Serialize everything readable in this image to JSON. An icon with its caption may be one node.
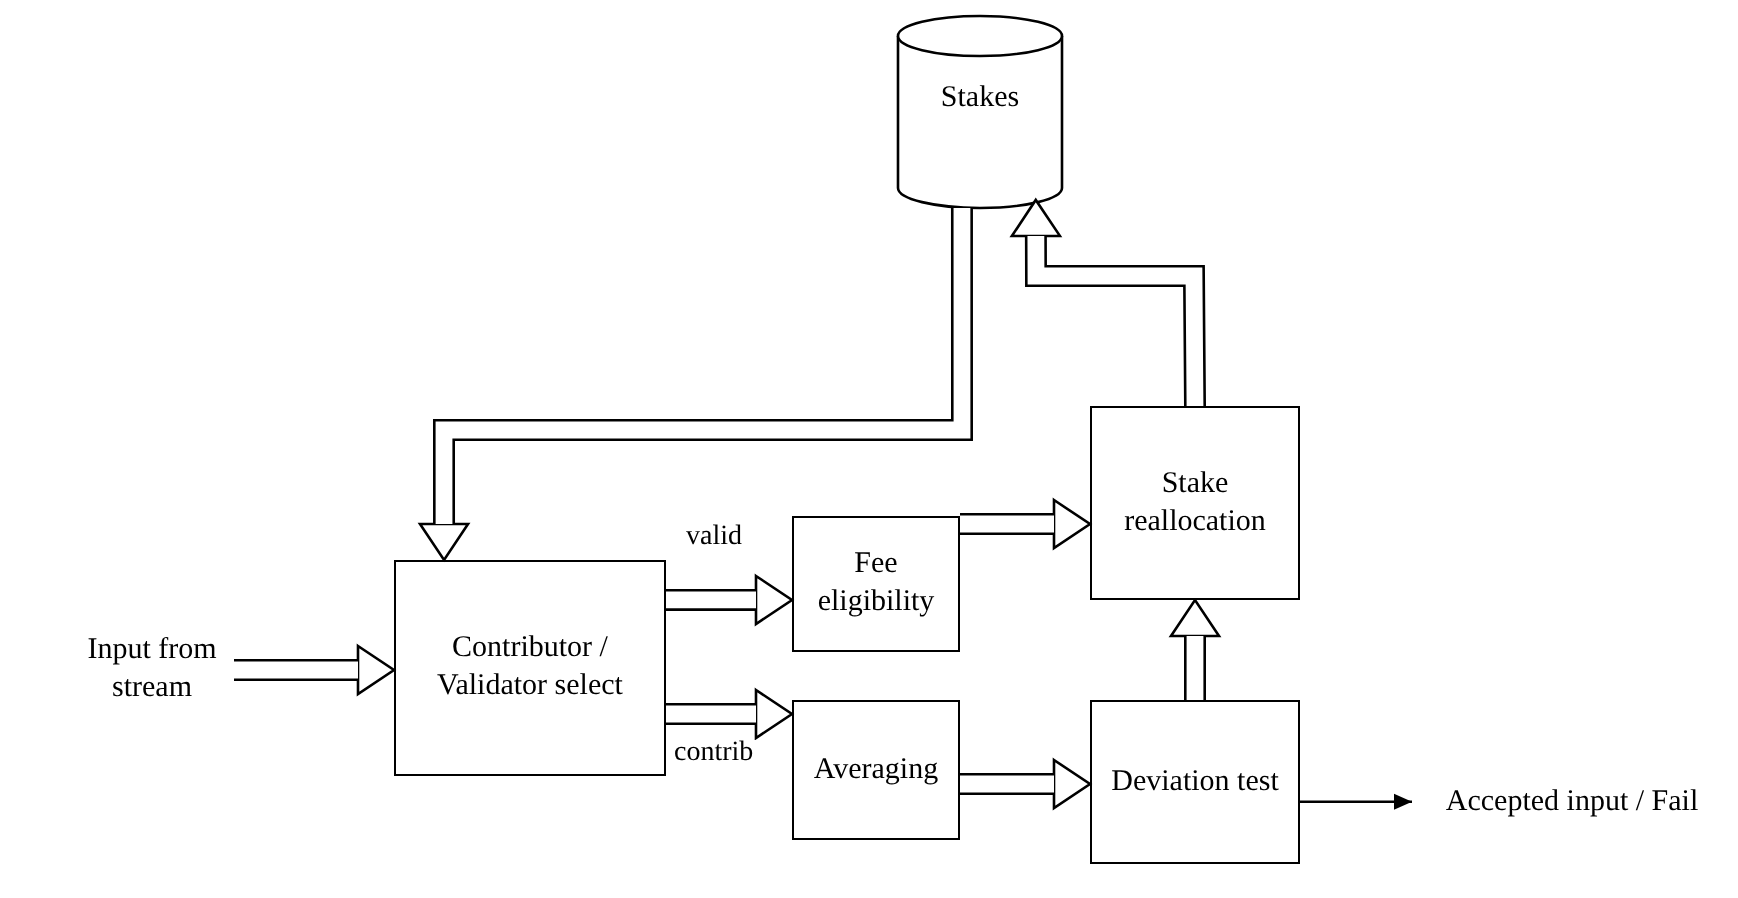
{
  "diagram": {
    "nodes": [
      {
        "text": [
          "Stakes"
        ]
      },
      {
        "text": [
          "Input from stream"
        ]
      },
      {
        "text": [
          "Contributor / Validator select"
        ]
      },
      {
        "text": [
          "Fee eligibility"
        ]
      },
      {
        "text": [
          "Averaging"
        ]
      },
      {
        "text": [
          "Stake reallocation"
        ]
      },
      {
        "text": [
          "Deviation test"
        ]
      },
      {
        "text": [
          "Accepted input / Fail"
        ]
      }
    ],
    "edges": [
      {
        "from": 1,
        "to": 2,
        "arrow": "to"
      },
      {
        "from": 0,
        "to": 2,
        "arrow": "to"
      },
      {
        "from": 2,
        "to": 3,
        "arrow": "to",
        "label": "valid"
      },
      {
        "from": 2,
        "to": 4,
        "arrow": "to",
        "label": "contrib"
      },
      {
        "from": 3,
        "to": 5,
        "arrow": "to"
      },
      {
        "from": 4,
        "to": 6,
        "arrow": "to"
      },
      {
        "from": 6,
        "to": 5,
        "arrow": "to"
      },
      {
        "from": 5,
        "to": 0,
        "arrow": "to"
      },
      {
        "from": 6,
        "to": 7,
        "arrow": "to"
      }
    ]
  }
}
